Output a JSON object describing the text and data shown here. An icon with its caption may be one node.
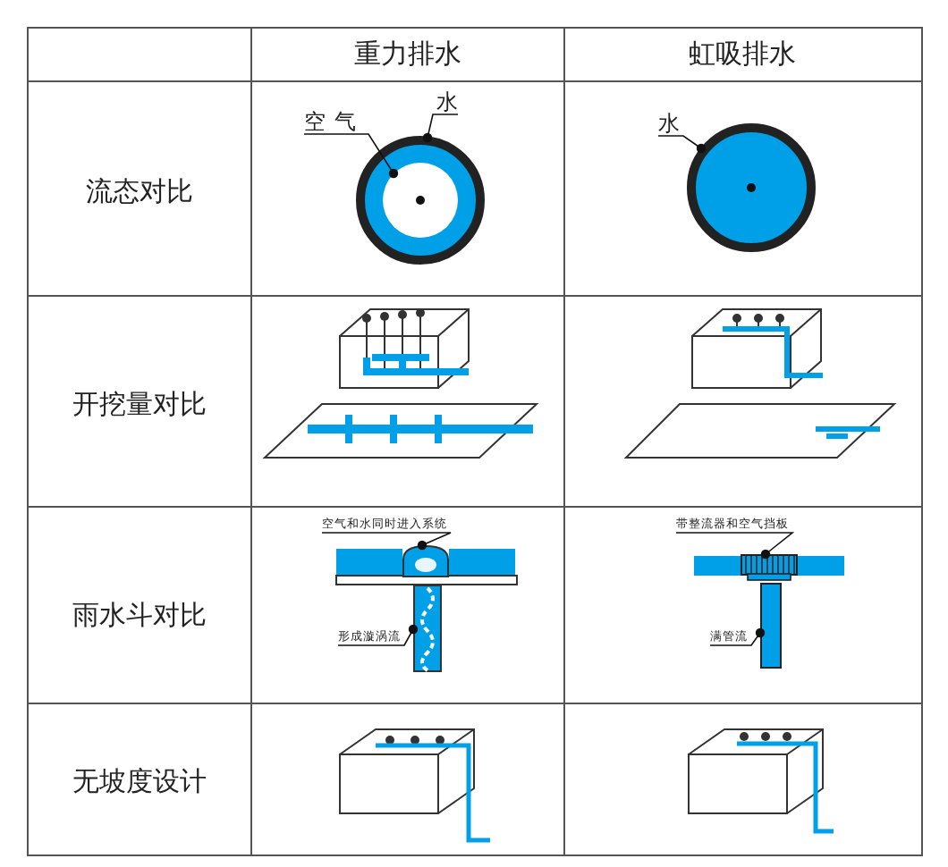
{
  "diagram": {
    "nodes": [
      {
        "text": [
          "空气"
        ]
      },
      {
        "text": [],
        "shape": "circle",
        "in": 3
      },
      {
        "text": [
          "水"
        ]
      },
      {
        "text": [],
        "shape": "circle"
      },
      {
        "text": [
          "水"
        ]
      },
      {
        "text": [],
        "shape": "circle"
      },
      {
        "text": [
          "空气和水同时进入系统"
        ]
      },
      {
        "text": [],
        "shape": "box"
      },
      {
        "text": [
          "形成漩涡流"
        ]
      },
      {
        "text": [],
        "shape": "bar"
      },
      {
        "text": [
          "带整流器和空气挡板"
        ]
      },
      {
        "text": [],
        "shape": "box"
      },
      {
        "text": [
          "满管流"
        ]
      },
      {
        "text": [],
        "shape": "bar"
      }
    ],
    "edges": [
      {
        "from": 0,
        "to": 1,
        "arrow": "other"
      },
      {
        "from": 2,
        "to": 3,
        "arrow": "other"
      },
      {
        "from": 4,
        "to": 5,
        "arrow": "other"
      },
      {
        "from": 6,
        "to": 7,
        "arrow": "other"
      },
      {
        "from": 8,
        "to": 9,
        "arrow": "other"
      },
      {
        "from": 10,
        "to": 11,
        "arrow": "other"
      },
      {
        "from": 12,
        "to": 13,
        "arrow": "other"
      }
    ],
    "labels": [
      "重力排水",
      "虹吸排水",
      "流态对比",
      "开挖量对比",
      "雨水斗对比",
      "无坡度设计"
    ]
  }
}
